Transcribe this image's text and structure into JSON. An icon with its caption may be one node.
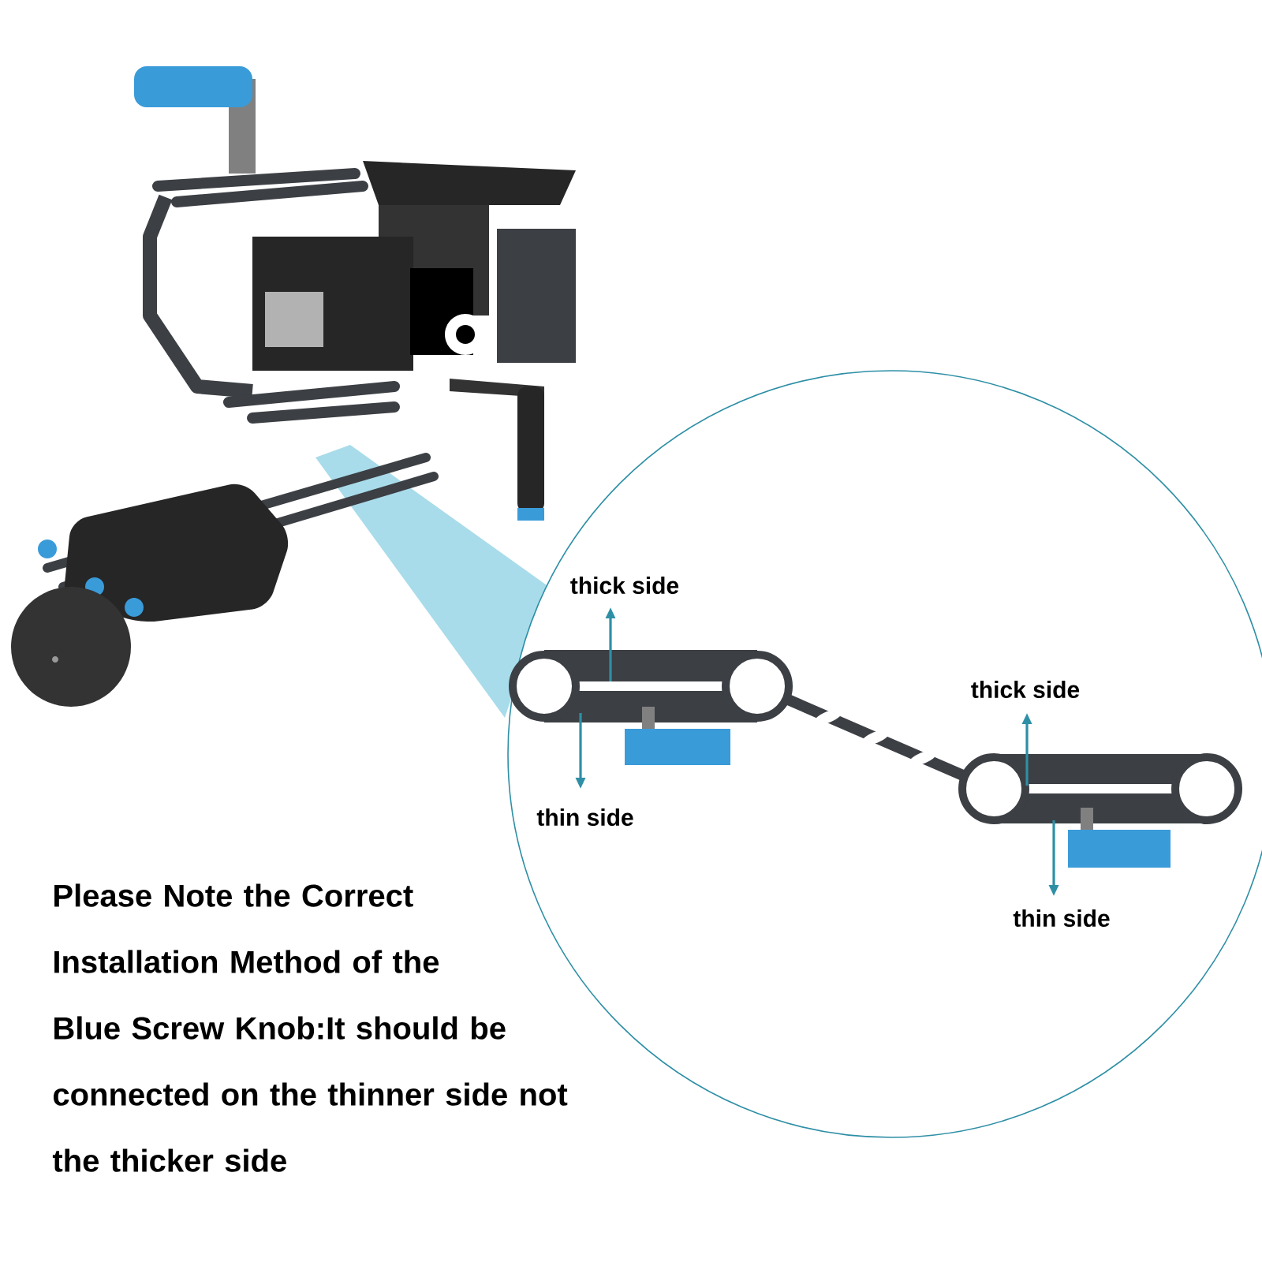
{
  "diagram": {
    "labels": [
      "thick side",
      "thick side",
      "thin side",
      "Please Note the Correct Installation Method of the Blue Screw Knob:It should be connected on the thinner side not the thicker side",
      "thin side"
    ]
  }
}
